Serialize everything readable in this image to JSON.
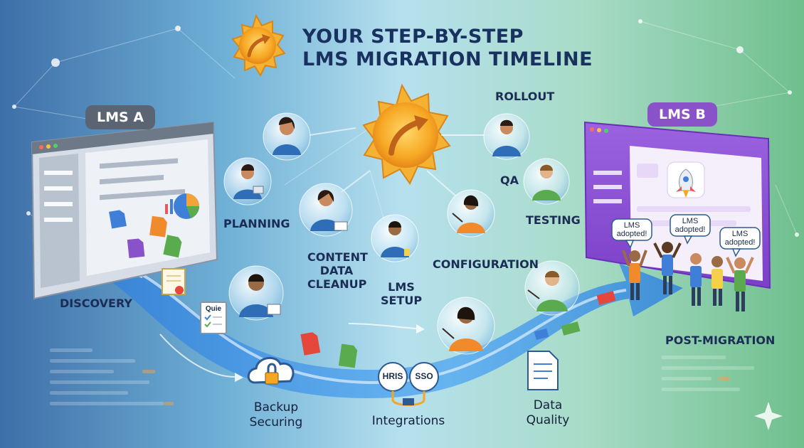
{
  "title": {
    "line1": "YOUR STEP-BY-STEP",
    "line2": "LMS MIGRATION TIMELINE"
  },
  "systems": {
    "source": "LMS A",
    "target": "LMS B"
  },
  "stages": {
    "discovery": "DISCOVERY",
    "planning": "PLANNING",
    "content_line1": "CONTENT",
    "content_line2": "DATA",
    "content_line3": "CLEANUP",
    "lms_setup_line1": "LMS",
    "lms_setup_line2": "SETUP",
    "configuration": "CONFIGURATION",
    "rollout": "ROLLOUT",
    "qa": "QA",
    "testing": "TESTING",
    "post_migration": "POST-MIGRATION"
  },
  "sub_steps": {
    "backup_line1": "Backup",
    "backup_line2": "Securing",
    "integrations": "Integrations",
    "data_quality_line1": "Data",
    "data_quality_line2": "Quality"
  },
  "integration_chips": {
    "hris": "HRIS",
    "sso": "SSO"
  },
  "document_label": "Quie",
  "speech_bubbles": {
    "first_line1": "LMS",
    "first_line2": "adopted!",
    "second_line1": "LMS",
    "second_line2": "adopted!",
    "third_line1": "LMS",
    "third_line2": "adopted!"
  },
  "icons": [
    "sun-arrow-icon",
    "browser-window-icon",
    "pie-chart-icon",
    "rocket-icon",
    "cloud-lock-icon",
    "plug-icon",
    "document-icon",
    "certificate-icon",
    "checklist-icon",
    "sparkle-icon"
  ],
  "colors": {
    "title": "#18315f",
    "sun": "#f5a623",
    "lms_a_badge": "#5b6473",
    "lms_b_badge": "#8a52c9",
    "lms_b_window": "#8d5ad6",
    "flow_arrow": "#3c8fe6",
    "person_blue": "#2f6db6",
    "person_orange": "#f08a2a",
    "person_green": "#5aaa4e"
  }
}
